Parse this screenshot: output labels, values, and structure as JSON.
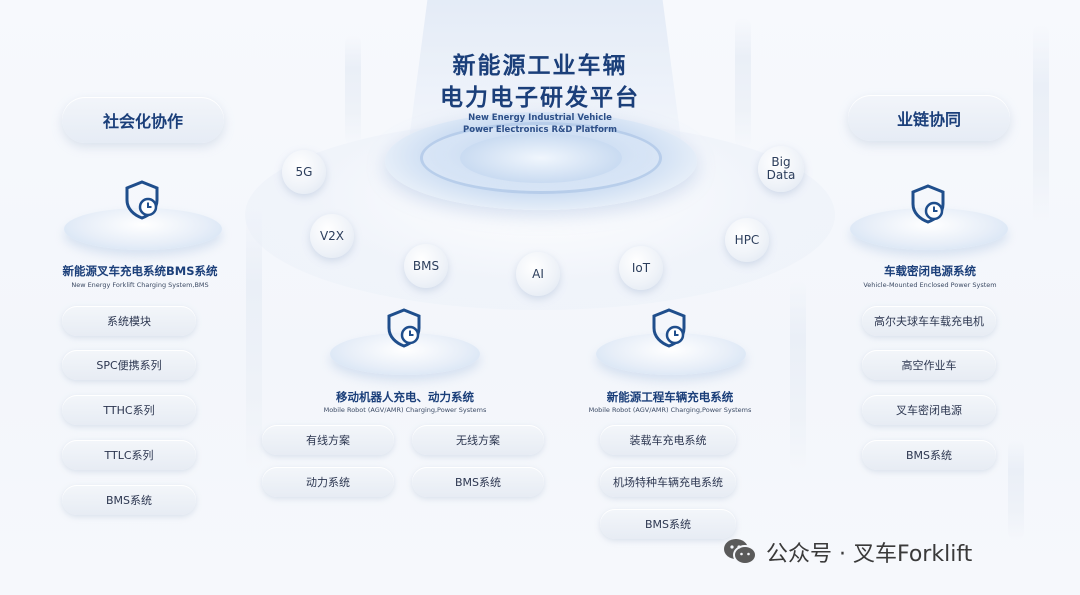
{
  "platform": {
    "title_line1": "新能源工业车辆",
    "title_line2": "电力电子研发平台",
    "en_line1": "New Energy Industrial Vehicle",
    "en_line2": "Power Electronics R&D Platform"
  },
  "tech_bubbles": [
    "5G",
    "V2X",
    "BMS",
    "AI",
    "IoT",
    "HPC",
    "Big Data"
  ],
  "left_header": "社会化协作",
  "right_header": "业链协同",
  "sections": {
    "forklift": {
      "title": "新能源叉车充电系统BMS系统",
      "subtitle": "New Energy Forklift Charging System,BMS",
      "items": [
        "系统模块",
        "SPC便携系列",
        "TTHC系列",
        "TTLC系列",
        "BMS系统"
      ]
    },
    "robot": {
      "title": "移动机器人充电、动力系统",
      "subtitle": "Mobile Robot (AGV/AMR) Charging,Power Systems",
      "items": [
        "有线方案",
        "无线方案",
        "动力系统",
        "BMS系统"
      ]
    },
    "engineering": {
      "title": "新能源工程车辆充电系统",
      "subtitle": "Mobile Robot (AGV/AMR) Charging,Power Systems",
      "items": [
        "装载车充电系统",
        "机场特种车辆充电系统",
        "BMS系统"
      ]
    },
    "enclosed": {
      "title": "车载密闭电源系统",
      "subtitle": "Vehicle-Mounted Enclosed Power System",
      "items": [
        "高尔夫球车车载充电机",
        "高空作业车",
        "叉车密闭电源",
        "BMS系统"
      ]
    }
  },
  "watermark": {
    "text": "公众号 · 叉车Forklift",
    "icon": "wechat-icon"
  },
  "colors": {
    "title": "#1b3f7a",
    "accent": "#1f4e8c",
    "background": "#f5f7fb"
  }
}
